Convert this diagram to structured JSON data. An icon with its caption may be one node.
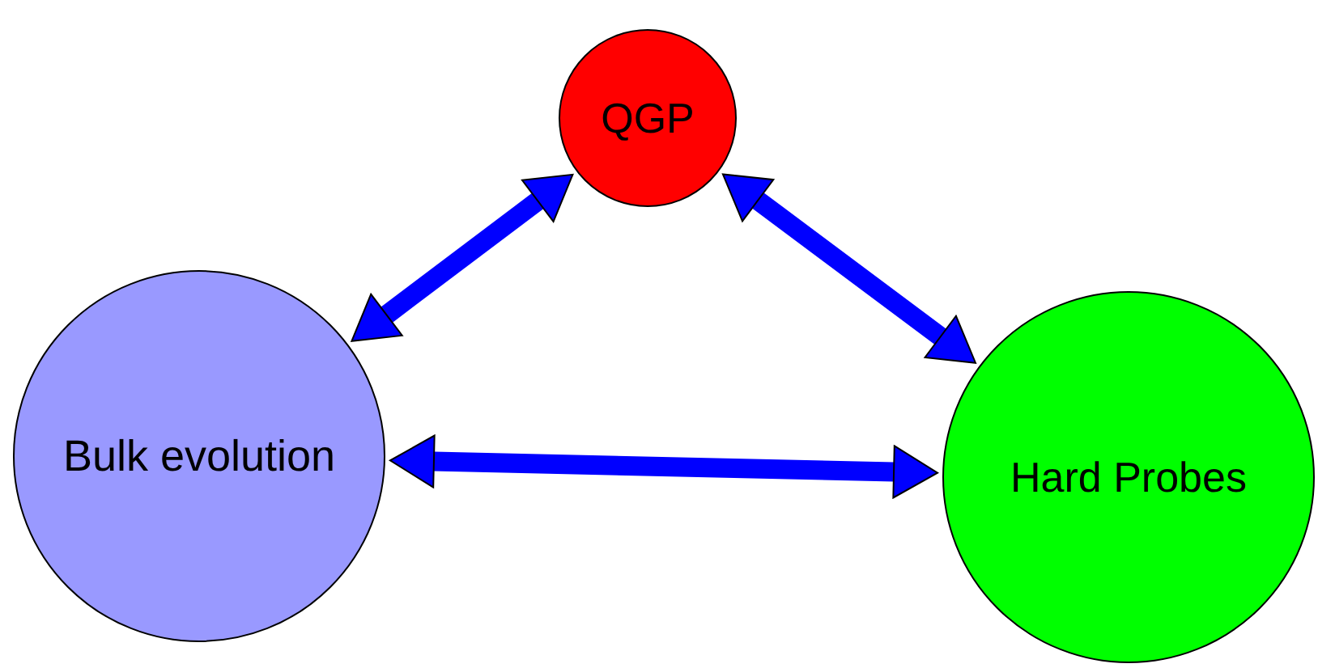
{
  "diagram": {
    "nodes": [
      {
        "text": [
          "QGP"
        ]
      },
      {
        "text": [
          "Bulk evolution"
        ]
      },
      {
        "text": [
          "Hard Probes"
        ]
      }
    ],
    "edges": [
      {
        "from": 1,
        "to": 0,
        "arrow": "both"
      },
      {
        "from": 0,
        "to": 2,
        "arrow": "both"
      },
      {
        "from": 1,
        "to": 2,
        "arrow": "both"
      }
    ]
  }
}
